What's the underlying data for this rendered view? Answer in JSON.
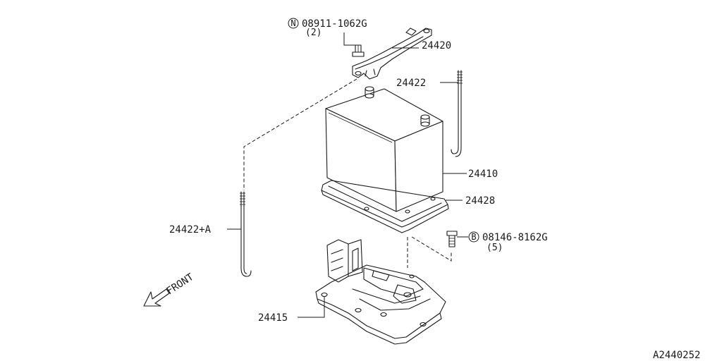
{
  "diagram_id": "A2440252",
  "front_label": "FRONT",
  "fasteners": [
    {
      "symbol": "N",
      "part_number": "08911-1062G",
      "quantity": "(2)"
    },
    {
      "symbol": "B",
      "part_number": "08146-8162G",
      "quantity": "(5)"
    }
  ],
  "parts": [
    {
      "number": "24420"
    },
    {
      "number": "24422"
    },
    {
      "number": "24410"
    },
    {
      "number": "24428"
    },
    {
      "number": "24422+A"
    },
    {
      "number": "24415"
    }
  ]
}
